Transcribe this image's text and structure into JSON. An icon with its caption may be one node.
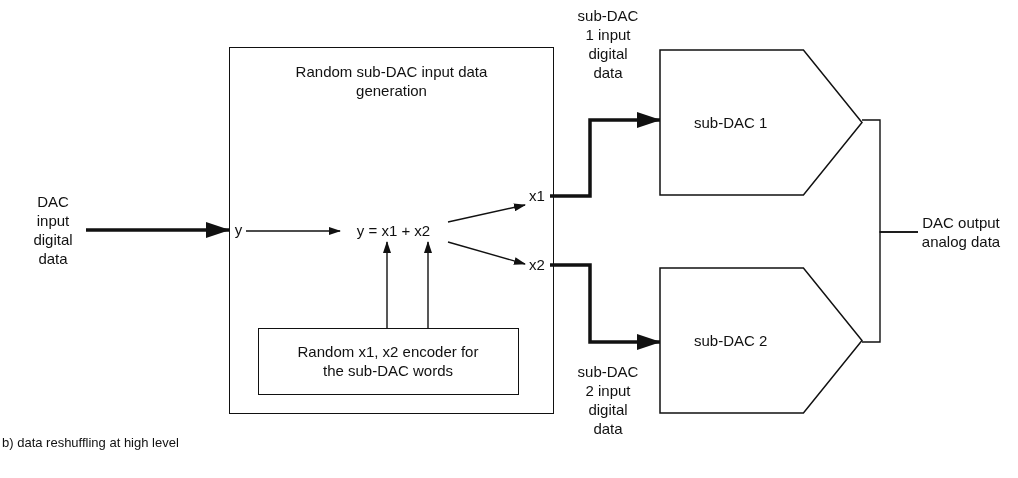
{
  "diagram": {
    "caption": "b) data reshuffling at high level",
    "nodes": [
      {
        "text": [
          "Random sub-DAC input data generation"
        ]
      },
      {
        "text": [
          "DAC input digital data"
        ]
      },
      {
        "text": [
          "y"
        ],
        "in": 0
      },
      {
        "text": [
          "y = x1 + x2"
        ],
        "in": 0
      },
      {
        "text": [
          "x1"
        ],
        "in": 0
      },
      {
        "text": [
          "x2"
        ],
        "in": 0
      },
      {
        "text": [
          "Random x1, x2 encoder for the sub-DAC words"
        ],
        "in": 0
      },
      {
        "text": [
          "sub-DAC 1"
        ]
      },
      {
        "text": [
          "sub-DAC 2"
        ]
      },
      {
        "text": [
          "DAC output analog data"
        ]
      }
    ],
    "edges": [
      {
        "from": 1,
        "to": 0,
        "arrow": "to",
        "style": "thick"
      },
      {
        "from": 2,
        "to": 3,
        "arrow": "to"
      },
      {
        "from": 3,
        "to": 4,
        "arrow": "to"
      },
      {
        "from": 3,
        "to": 5,
        "arrow": "to"
      },
      {
        "from": 6,
        "to": 3,
        "arrow": "to"
      },
      {
        "from": 6,
        "to": 3,
        "arrow": "to"
      },
      {
        "from": 4,
        "to": 7,
        "arrow": "to",
        "style": "thick",
        "label": "sub-DAC 1 input digital data"
      },
      {
        "from": 5,
        "to": 8,
        "arrow": "to",
        "style": "thick",
        "label": "sub-DAC 2 input digital data"
      },
      {
        "from": 7,
        "to": 9,
        "arrow": "none"
      },
      {
        "from": 8,
        "to": 9,
        "arrow": "none"
      }
    ]
  }
}
